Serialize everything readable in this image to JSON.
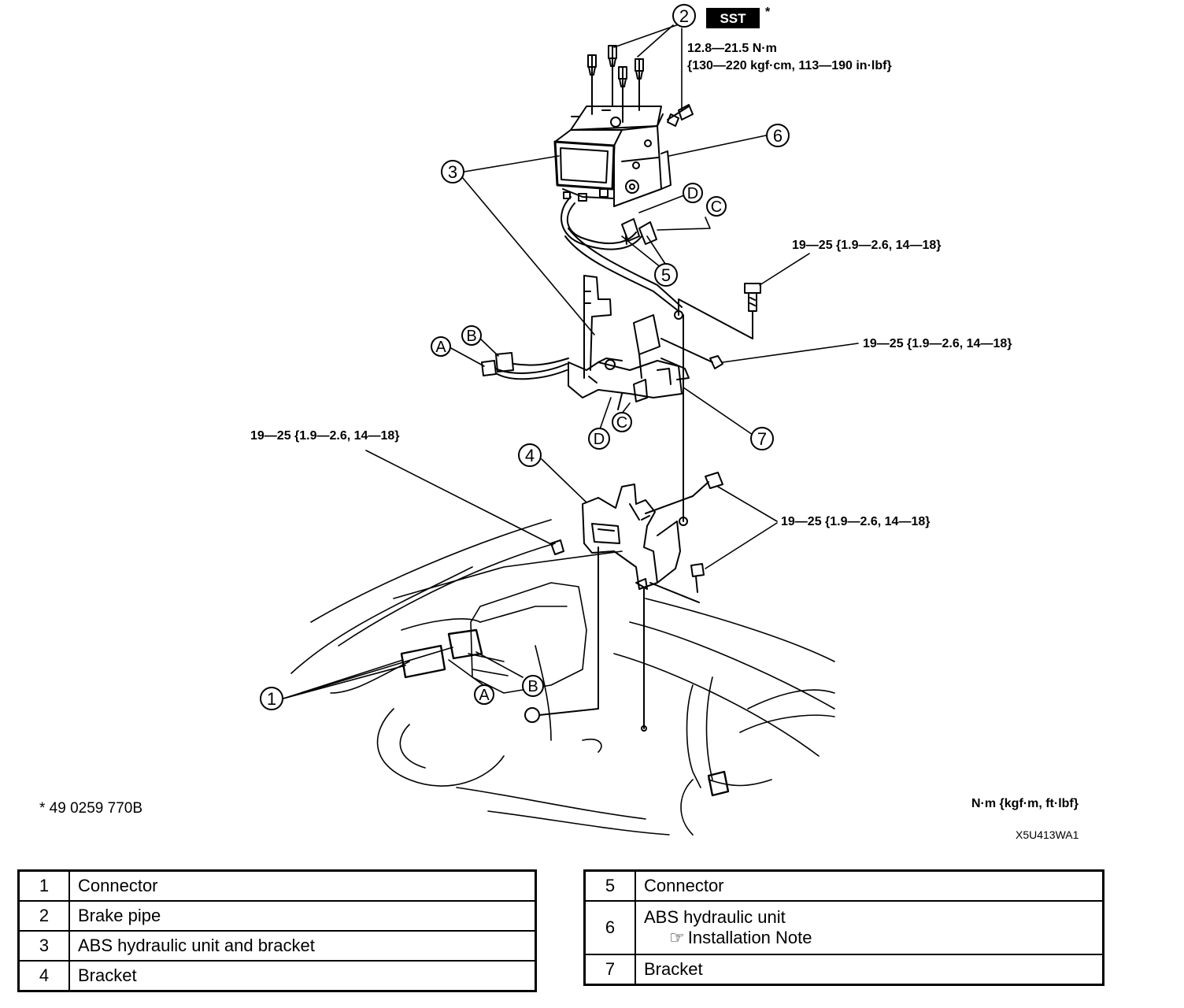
{
  "torque": {
    "sst_label": "SST",
    "asterisk": "*",
    "pipe_torque_line1": "12.8—21.5 N·m",
    "pipe_torque_line2": "{130—220 kgf·cm, 113—190 in·lbf}",
    "bolt_torque": "19—25 {1.9—2.6, 14—18}"
  },
  "callouts": {
    "n1": "1",
    "n2": "2",
    "n3": "3",
    "n4": "4",
    "n5": "5",
    "n6": "6",
    "n7": "7",
    "a": "A",
    "b": "B",
    "c": "C",
    "d": "D"
  },
  "footnote": "* 49 0259 770B",
  "units": "N·m {kgf·m, ft·lbf}",
  "figure_code": "X5U413WA1",
  "legend_left": [
    {
      "num": "1",
      "label": "Connector"
    },
    {
      "num": "2",
      "label": "Brake pipe"
    },
    {
      "num": "3",
      "label": "ABS hydraulic unit and bracket"
    },
    {
      "num": "4",
      "label": "Bracket"
    }
  ],
  "legend_right": [
    {
      "num": "5",
      "label": "Connector"
    },
    {
      "num": "6",
      "label": "ABS hydraulic unit",
      "note": "Installation Note"
    },
    {
      "num": "7",
      "label": "Bracket"
    }
  ]
}
